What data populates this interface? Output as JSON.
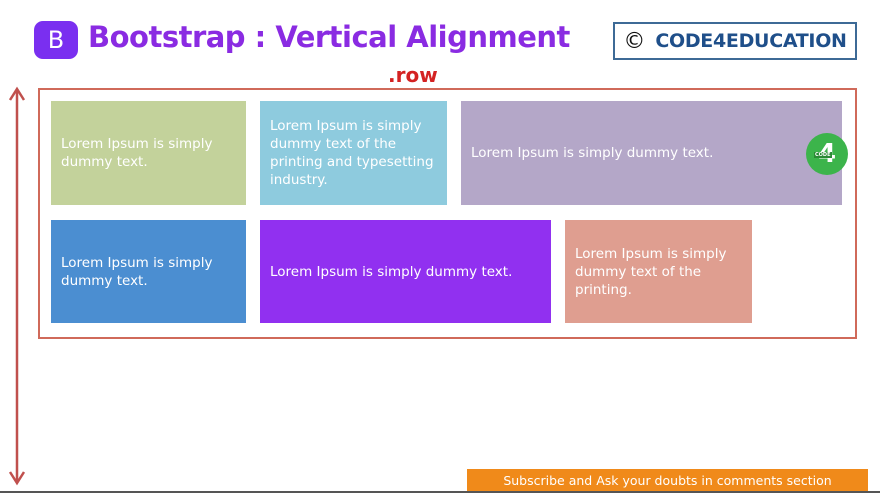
{
  "header": {
    "logo_letter": "B",
    "title": "Bootstrap : Vertical Alignment",
    "brand_copyright": "©",
    "brand_name": "CODE4EDUCATION",
    "row_label": ".row"
  },
  "columns": [
    {
      "text": "Lorem Ipsum is simply dummy text.",
      "color": "#c3d29b"
    },
    {
      "text": "Lorem Ipsum is simply dummy text of the printing and typesetting industry.",
      "color": "#8ecbde"
    },
    {
      "text": "Lorem Ipsum is simply dummy text.",
      "color": "#b4a7c8"
    },
    {
      "text": "Lorem Ipsum is simply dummy text.",
      "color": "#4b8ed1"
    },
    {
      "text": "Lorem Ipsum is simply dummy text.",
      "color": "#9130f0"
    },
    {
      "text": "Lorem Ipsum is simply dummy text of the printing.",
      "color": "#df9e90"
    }
  ],
  "overlay_logo": {
    "glyph": "4",
    "caption": "CODE",
    "icon": "code4education-logo-icon",
    "color": "#3cb44b"
  },
  "footer": {
    "subscribe_text": "Subscribe and Ask your doubts in comments section",
    "color": "#f08a1a"
  },
  "accent": {
    "title_color": "#8a2be2",
    "row_label_color": "#d42222",
    "frame_color": "#d06a5a"
  }
}
